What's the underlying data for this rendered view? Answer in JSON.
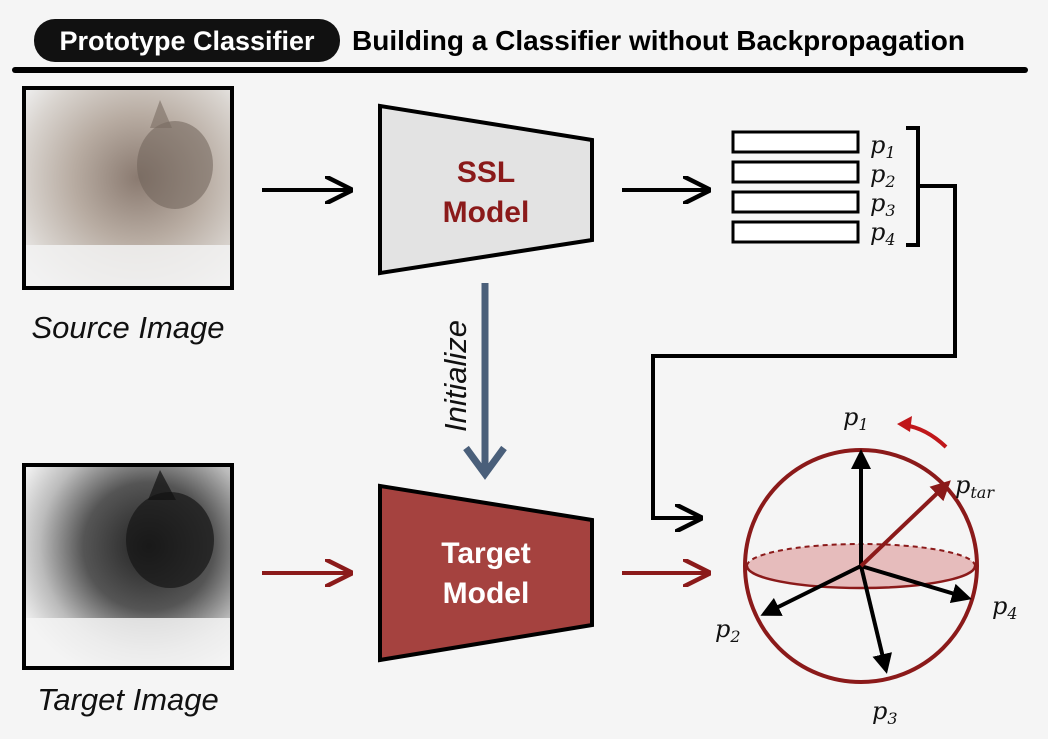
{
  "header": {
    "badge": "Prototype Classifier",
    "title": "Building a Classifier without Backpropagation"
  },
  "source": {
    "caption": "Source Image",
    "model_line1": "SSL",
    "model_line2": "Model"
  },
  "target": {
    "caption": "Target Image",
    "model_line1": "Target",
    "model_line2": "Model"
  },
  "initialize_label": "Initialize",
  "prototypes": [
    {
      "base": "p",
      "sub": "1"
    },
    {
      "base": "p",
      "sub": "2"
    },
    {
      "base": "p",
      "sub": "3"
    },
    {
      "base": "p",
      "sub": "4"
    }
  ],
  "sphere_labels": {
    "p1": {
      "base": "p",
      "sub": "1"
    },
    "p2": {
      "base": "p",
      "sub": "2"
    },
    "p3": {
      "base": "p",
      "sub": "3"
    },
    "p4": {
      "base": "p",
      "sub": "4"
    },
    "ptar": {
      "base": "p",
      "sub": "tar"
    }
  },
  "colors": {
    "accent_red": "#8b1a1a",
    "target_fill": "#a5423f",
    "ssl_fill": "#e3e3e3",
    "init_arrow": "#4a5f7a",
    "badge_bg": "#111111",
    "disc_fill": "#e0a8a8"
  },
  "icons": {
    "source_image": "cat-photo-icon",
    "target_image": "cat-photo-grayscale-icon"
  }
}
